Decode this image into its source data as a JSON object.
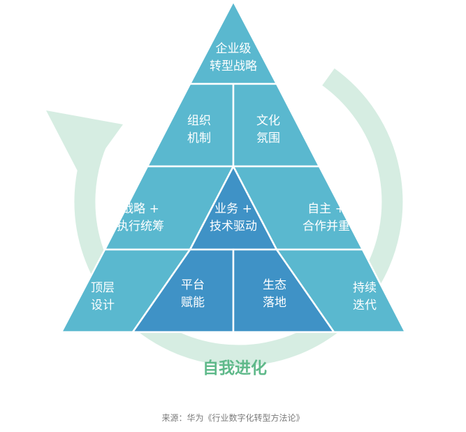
{
  "pyramid": {
    "top": [
      "企业级",
      "转型战略"
    ],
    "row2": {
      "left": [
        "组织",
        "机制"
      ],
      "right": [
        "文化",
        "氛围"
      ]
    },
    "row3": {
      "left": [
        "战略 +",
        "执行统筹"
      ],
      "center": [
        "业务 +",
        "技术驱动"
      ],
      "right": [
        "自主 +",
        "合作并重"
      ]
    },
    "row4": {
      "far_left": [
        "顶层",
        "设计"
      ],
      "inner_left": [
        "平台",
        "赋能"
      ],
      "inner_right": [
        "生态",
        "落地"
      ],
      "far_right": [
        "持续",
        "迭代"
      ]
    }
  },
  "cycle_label": "自我进化",
  "caption": "来源：华为《行业数字化转型方法论》",
  "colors": {
    "light_blue": "#5ab8cf",
    "dark_blue": "#3f92c6",
    "cycle_green": "#d6ede2",
    "text_green": "#5fb98a"
  }
}
